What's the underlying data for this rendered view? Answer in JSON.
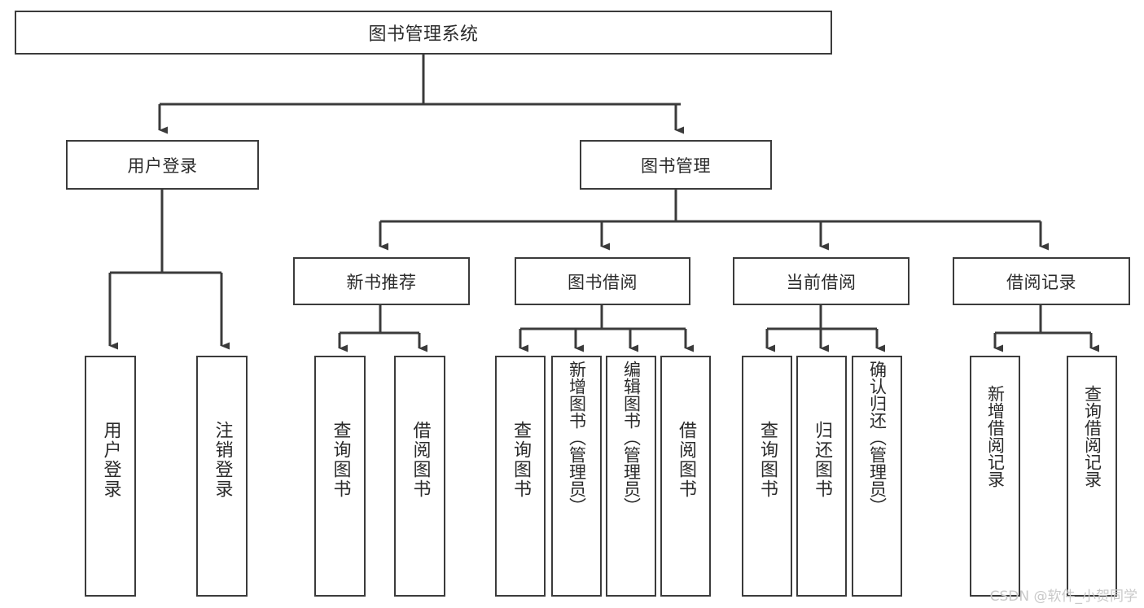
{
  "diagram": {
    "title": "图书管理系统",
    "watermark": "CSDN @软件_小贺同学",
    "colors": {
      "border": "#3b3b3b",
      "text": "#2b2b2b",
      "line": "#3b3b3b",
      "background": "#ffffff",
      "watermark": "#c9c9c9"
    },
    "root": {
      "label": "图书管理系统"
    },
    "level2": [
      {
        "label": "用户登录"
      },
      {
        "label": "图书管理"
      }
    ],
    "level3": [
      {
        "label": "新书推荐"
      },
      {
        "label": "图书借阅"
      },
      {
        "label": "当前借阅"
      },
      {
        "label": "借阅记录"
      }
    ],
    "leaves": [
      {
        "label": "用户登录",
        "parent": "用户登录"
      },
      {
        "label": "注销登录",
        "parent": "用户登录"
      },
      {
        "label": "查询图书",
        "parent": "新书推荐"
      },
      {
        "label": "借阅图书",
        "parent": "新书推荐"
      },
      {
        "label": "查询图书",
        "parent": "图书借阅"
      },
      {
        "label": "新增图书（管理员）",
        "parent": "图书借阅"
      },
      {
        "label": "编辑图书（管理员）",
        "parent": "图书借阅"
      },
      {
        "label": "借阅图书",
        "parent": "图书借阅"
      },
      {
        "label": "查询图书",
        "parent": "当前借阅"
      },
      {
        "label": "归还图书",
        "parent": "当前借阅"
      },
      {
        "label": "确认归还（管理员）",
        "parent": "当前借阅"
      },
      {
        "label": "新增借阅记录",
        "parent": "借阅记录"
      },
      {
        "label": "查询借阅记录",
        "parent": "借阅记录"
      }
    ]
  }
}
